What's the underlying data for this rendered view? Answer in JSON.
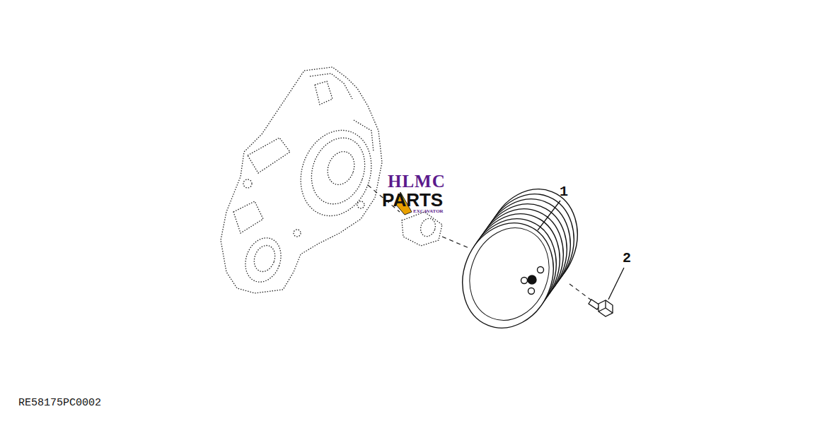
{
  "diagram": {
    "labels": [
      "HLMC",
      "PARTS",
      "EXCAVATOR",
      "1",
      "2",
      "RE58175PC0002"
    ]
  }
}
